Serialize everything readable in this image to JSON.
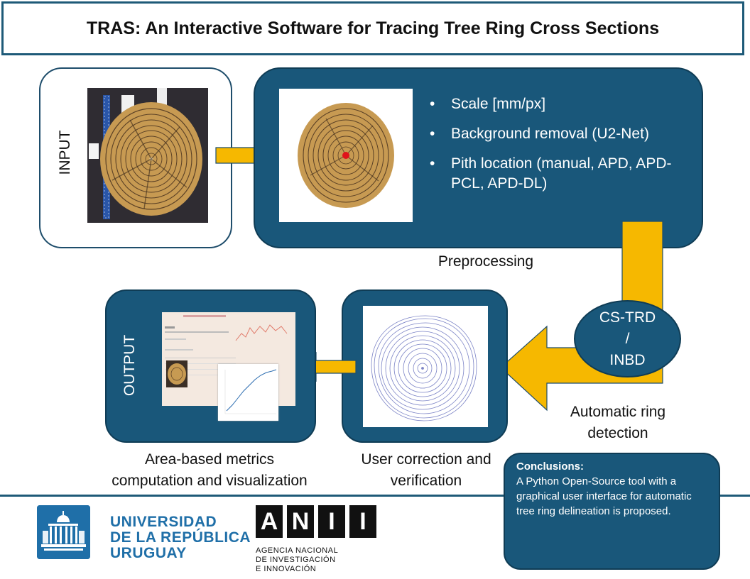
{
  "title": "TRAS: An Interactive Software for Tracing Tree Ring Cross Sections",
  "input": {
    "label": "INPUT"
  },
  "preprocessing": {
    "bullets": [
      "Scale [mm/px]",
      "Background removal (U2-Net)",
      "Pith  location (manual, APD, APD-PCL, APD-DL)"
    ],
    "label": "Preprocessing"
  },
  "detection": {
    "line1": "CS-TRD",
    "line2": "/",
    "line3": "INBD",
    "label_line1": "Automatic ring",
    "label_line2": "detection"
  },
  "correction": {
    "label_line1": "User correction and",
    "label_line2": "verification"
  },
  "output": {
    "label": "OUTPUT",
    "label_line1": "Area-based metrics",
    "label_line2": "computation and visualization"
  },
  "conclusions": {
    "heading": "Conclusions:",
    "text": "A Python Open-Source tool with a graphical user interface for automatic tree ring delineation is proposed."
  },
  "logos": {
    "udelar": [
      "UNIVERSIDAD",
      "DE LA REPÚBLICA",
      "URUGUAY"
    ],
    "anii_letters": [
      "A",
      "N",
      "I",
      "I"
    ],
    "anii_sub": [
      "AGENCIA NACIONAL",
      "DE INVESTIGACIÓN",
      "E INNOVACIÓN"
    ]
  },
  "colors": {
    "navy": "#19577a",
    "arrow": "#f6b800",
    "wood": "#c9a25a",
    "ring_line": "#7b83c6",
    "brand_blue": "#1f6fa8"
  }
}
